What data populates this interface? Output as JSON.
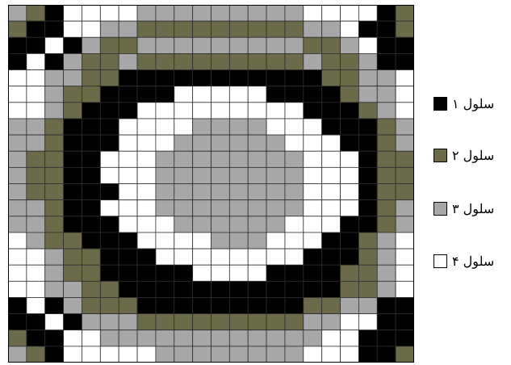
{
  "colors": {
    "1": "#000000",
    "2": "#6b6b4a",
    "3": "#a7a7a9",
    "4": "#ffffff",
    "grid_line": "#2e2e2e"
  },
  "legend": [
    {
      "key": "1",
      "label": "سلول ۱"
    },
    {
      "key": "2",
      "label": "سلول ۲"
    },
    {
      "key": "3",
      "label": "سلول ۳"
    },
    {
      "key": "4",
      "label": "سلول ۴"
    }
  ],
  "grid": [
    "3214444333333333444412",
    "2114433222222222334112",
    "1141322333333333223411",
    "1413223222222222322311",
    "4433221111111111122334",
    "4432211114444411112334",
    "4432111444444444111234",
    "3321114444333344411123",
    "3321114443333334441123",
    "3221144433333333444122",
    "3221144433333333444122",
    "3221114433333333444122",
    "3321144433333333444123",
    "3321114443333334441123",
    "4322111444433344411234",
    "4432211144444444111234",
    "4432211111444411112234",
    "4433221111111111112234",
    "1413222111111111223311",
    "1141333222222222334411",
    "2114433333333333344111",
    "3214444433333333444112"
  ]
}
